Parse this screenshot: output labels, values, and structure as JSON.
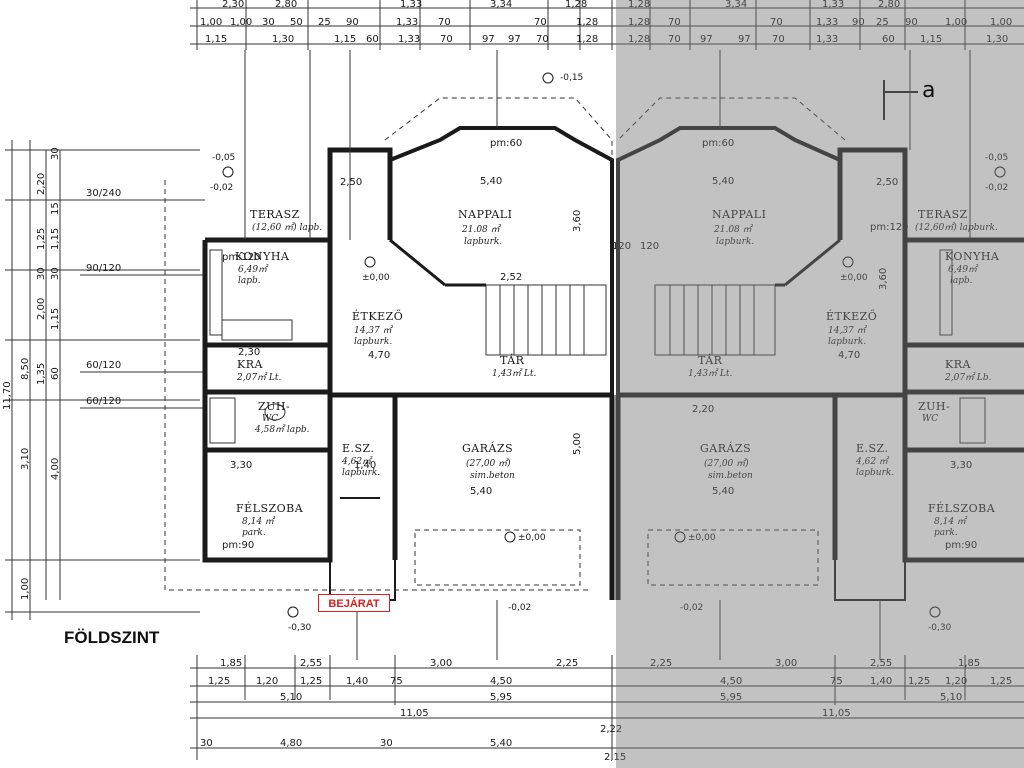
{
  "floor_label": "FÖLDSZINT",
  "entrance_label": "BEJÁRAT",
  "section_mark": "a",
  "rooms_left": [
    {
      "name": "TERASZ",
      "sub": "(12,60 ㎡) lapb."
    },
    {
      "name": "NAPPALI",
      "sub": "21.08 ㎡",
      "sub2": "lapburk."
    },
    {
      "name": "KONYHA",
      "sub": "6,49㎡",
      "sub2": "lapb."
    },
    {
      "name": "ÉTKEZŐ",
      "sub": "14,37 ㎡",
      "sub2": "lapburk."
    },
    {
      "name": "KRA",
      "sub": "2,07㎡ Lt."
    },
    {
      "name": "ZUH-",
      "sub": "WC",
      "sub2": "4,58㎡ lapb."
    },
    {
      "name": "E.SZ.",
      "sub": "4,62㎡",
      "sub2": "lapburk."
    },
    {
      "name": "GARÁZS",
      "sub": "(27,00 ㎡)",
      "sub2": "sim.beton"
    },
    {
      "name": "FÉLSZOBA",
      "sub": "8,14 ㎡",
      "sub2": "park."
    },
    {
      "name": "TÁR",
      "sub": "1,43㎡ Lt."
    }
  ],
  "rooms_right": [
    {
      "name": "NAPPALI",
      "sub": "21.08 ㎡",
      "sub2": "lapburk."
    },
    {
      "name": "TERASZ",
      "sub": "(12,60㎡) lapburk."
    },
    {
      "name": "KONYHA",
      "sub": "6,49㎡",
      "sub2": "lapb."
    },
    {
      "name": "ÉTKEZŐ",
      "sub": "14,37 ㎡",
      "sub2": "lapburk."
    },
    {
      "name": "KRA",
      "sub": "2,07㎡ Lb."
    },
    {
      "name": "TÁR",
      "sub": "1,43㎡ Lt."
    },
    {
      "name": "GARÁZS",
      "sub": "(27,00 ㎡)",
      "sub2": "sim.beton"
    },
    {
      "name": "ZUH-",
      "sub": "WC"
    },
    {
      "name": "E.SZ.",
      "sub": "4,62 ㎡",
      "sub2": "lapburk."
    },
    {
      "name": "FÉLSZOBA",
      "sub": "8,14 ㎡",
      "sub2": "park."
    }
  ],
  "levels": {
    "terrace": "-0,05",
    "terrace2": "-0,02",
    "zero": "±0,00",
    "zero2": "±0,00",
    "zero3": "±0,00",
    "top": "-0,15",
    "drive": "-0,02",
    "outside": "-0,30",
    "right_terrace": "-0,05",
    "right_terrace2": "-0,02",
    "right_zero": "±0,00",
    "right_zero2": "±0,00",
    "right_drive": "-0,02",
    "right_outside": "-0,30"
  },
  "top_dims": {
    "row1": [
      "2,30",
      "2,80",
      "1,33",
      "3,34",
      "1,28",
      "1,28",
      "3,34",
      "1,33",
      "2,80"
    ],
    "row2": [
      "1,00",
      "1,00",
      "30",
      "50",
      "25",
      "90",
      "1,33",
      "70",
      "70",
      "1,28",
      "1,28",
      "70",
      "70",
      "1,33",
      "90",
      "25",
      "90",
      "1,00",
      "1,00"
    ],
    "row3": [
      "1,15",
      "1,30",
      "1,15",
      "60",
      "1,33",
      "70",
      "97",
      "97",
      "70",
      "1,28",
      "1,28",
      "70",
      "97",
      "97",
      "70",
      "1,33",
      "60",
      "1,15",
      "1,30"
    ]
  },
  "bottom_dims": {
    "row1": [
      "1,85",
      "2,55",
      "3,00",
      "2,25",
      "2,25",
      "3,00",
      "2,55",
      "1,85"
    ],
    "row2": [
      "1,25",
      "1,20",
      "1,25",
      "1,40",
      "75",
      "4,50",
      "4,50",
      "75",
      "1,40",
      "1,25",
      "1,20",
      "1,25"
    ],
    "row3": [
      "5,10",
      "5,95",
      "5,95",
      "5,10"
    ],
    "row4": [
      "11,05",
      "11,05"
    ],
    "row5": [
      "30",
      "4,80",
      "30",
      "5,40",
      "2,22",
      "2,15"
    ]
  },
  "left_dims": {
    "outer": [
      "11,70",
      "8,50",
      "3,10",
      "1,00"
    ],
    "mid": [
      "2,20",
      "2,00",
      "1,35",
      "4,00"
    ],
    "inner": [
      "30",
      "15",
      "1,15",
      "30",
      "1,25",
      "30",
      "1,15",
      "60"
    ]
  },
  "opening_labels": {
    "a": "30/240",
    "b": "90/120",
    "c": "60/120",
    "d": "60/120",
    "e": "120",
    "f": "pm:60",
    "g": "pm:120",
    "h": "pm:90",
    "i": "5,40",
    "j": "5,40",
    "k": "2,50",
    "l": "2,52",
    "m": "2,30",
    "n": "3,30",
    "o": "2,20",
    "p": "3,60",
    "q": "5,00",
    "r": "1,40",
    "s": "4,70"
  }
}
